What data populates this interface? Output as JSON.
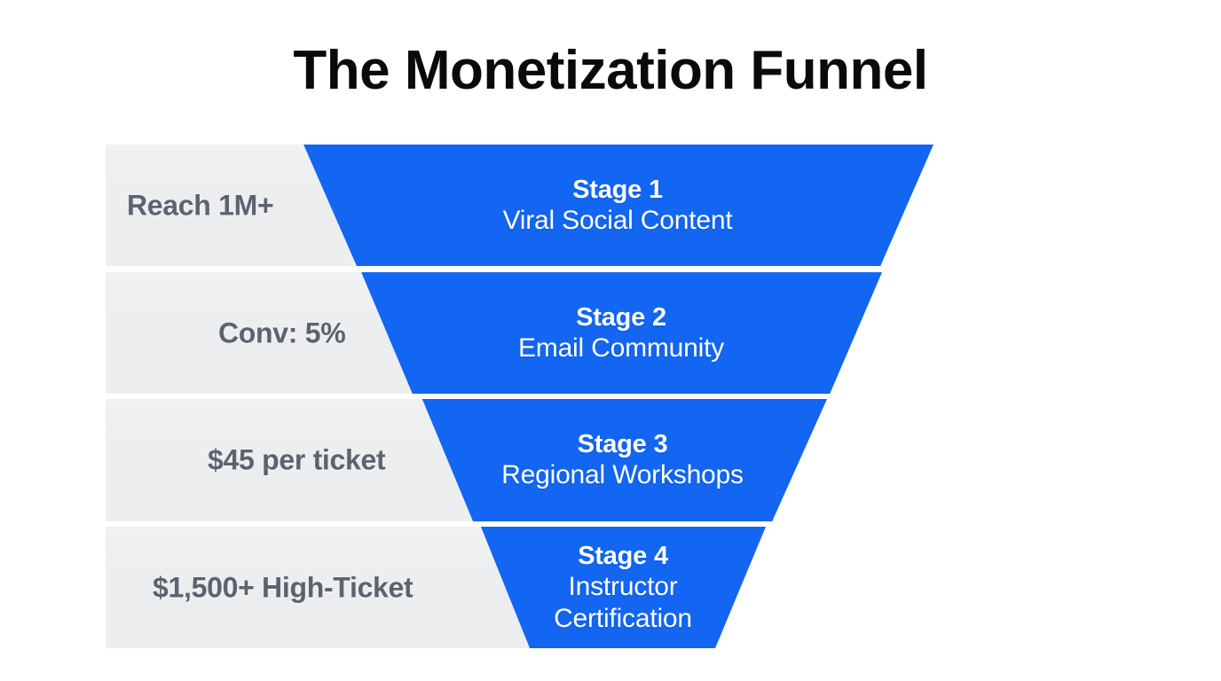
{
  "title": "The Monetization Funnel",
  "colors": {
    "background": "#ffffff",
    "funnel_blue": "#1266f1",
    "metric_panel_gray": "#eceef0",
    "metric_text": "#5c6370",
    "stage_text": "#ffffff",
    "title_text": "#0a0a0a"
  },
  "chart_data": {
    "type": "funnel",
    "title": "The Monetization Funnel",
    "stages": [
      {
        "index": 1,
        "stage_label": "Stage 1",
        "name": "Viral Social Content",
        "metric": "Reach 1M+"
      },
      {
        "index": 2,
        "stage_label": "Stage 2",
        "name": "Email Community",
        "metric": "Conv: 5%"
      },
      {
        "index": 3,
        "stage_label": "Stage 3",
        "name": "Regional Workshops",
        "metric": "$45 per ticket"
      },
      {
        "index": 4,
        "stage_label": "Stage 4",
        "name": "Instructor Certification",
        "metric": "$1,500+ High-Ticket"
      }
    ]
  },
  "funnel": {
    "rows": [
      {
        "stage_label": "Stage 1",
        "name": "Viral Social Content",
        "metric": "Reach 1M+"
      },
      {
        "stage_label": "Stage 2",
        "name": "Email Community",
        "metric": "Conv: 5%"
      },
      {
        "stage_label": "Stage 3",
        "name": "Regional Workshops",
        "metric": "$45 per ticket"
      },
      {
        "stage_label": "Stage 4",
        "name": "Instructor Certification",
        "metric": "$1,500+ High-Ticket"
      }
    ]
  }
}
